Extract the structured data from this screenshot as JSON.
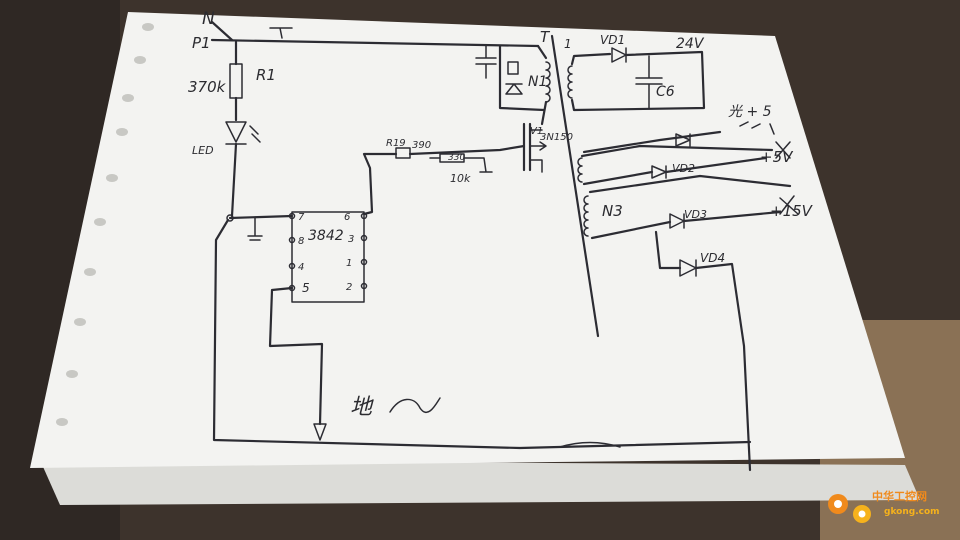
{
  "labels": {
    "N": "N",
    "P1": "P1",
    "R1": "R1",
    "R1_val": "370k",
    "LED": "LED",
    "R19": "R19",
    "R19_val": "390",
    "R_330": "330",
    "R_10k": "10k",
    "N1": "N1",
    "V1": "V1",
    "V1_part": "3N150",
    "T": "T",
    "VD1": "VD1",
    "C6": "C6",
    "out_24v": "24V",
    "out_top_text": "光 + 5",
    "VD2": "VD2",
    "out_5v": "+5V",
    "N3": "N3",
    "VD3": "VD3",
    "out_15v": "+15V",
    "VD4": "VD4",
    "ic_part": "3842",
    "pin_7": "7",
    "pin_8": "8",
    "pin_4": "4",
    "pin_5": "5",
    "pin_6": "6",
    "pin_3": "3",
    "pin_1": "1",
    "pin_2": "2",
    "ground_label": "地",
    "transformer_pin": "1"
  },
  "watermark": {
    "text": "中华工控网",
    "url": "gkong.com"
  },
  "colors": {
    "paper": "#f4f4f2",
    "ink": "#2c2c33",
    "background": "#3a302a",
    "watermark": "#f08a1c"
  }
}
